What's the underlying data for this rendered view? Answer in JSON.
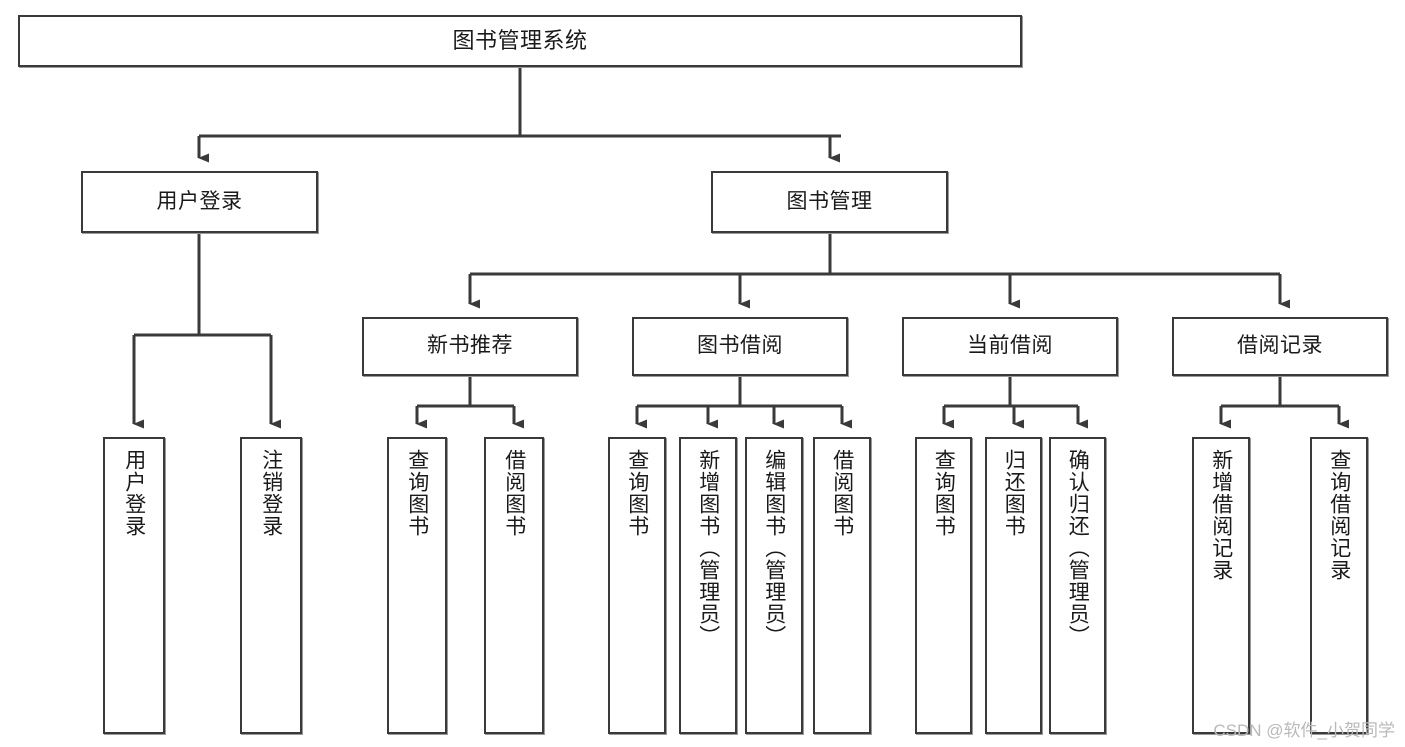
{
  "diagram": {
    "title": "图书管理系统",
    "type": "hierarchy-tree",
    "watermark": "CSDN @软件_小贺同学",
    "colors": {
      "box_border": "#3a3a3a",
      "box_fill": "#ffffff",
      "connector": "#3a3a3a",
      "text": "#1a1a1a",
      "watermark": "#b9b9b9"
    },
    "root": {
      "label": "图书管理系统"
    },
    "level2": [
      {
        "label": "用户登录"
      },
      {
        "label": "图书管理"
      }
    ],
    "level3": [
      {
        "label": "新书推荐"
      },
      {
        "label": "图书借阅"
      },
      {
        "label": "当前借阅"
      },
      {
        "label": "借阅记录"
      }
    ],
    "leaves": {
      "user_login": [
        {
          "label": "用户登录"
        },
        {
          "label": "注销登录"
        }
      ],
      "new_book_recommend": [
        {
          "label": "查询图书"
        },
        {
          "label": "借阅图书"
        }
      ],
      "book_borrow": [
        {
          "label": "查询图书"
        },
        {
          "label": "新增图书（管理员）"
        },
        {
          "label": "编辑图书（管理员）"
        },
        {
          "label": "借阅图书"
        }
      ],
      "current_borrow": [
        {
          "label": "查询图书"
        },
        {
          "label": "归还图书"
        },
        {
          "label": "确认归还（管理员）"
        }
      ],
      "borrow_record": [
        {
          "label": "新增借阅记录"
        },
        {
          "label": "查询借阅记录"
        }
      ]
    }
  }
}
